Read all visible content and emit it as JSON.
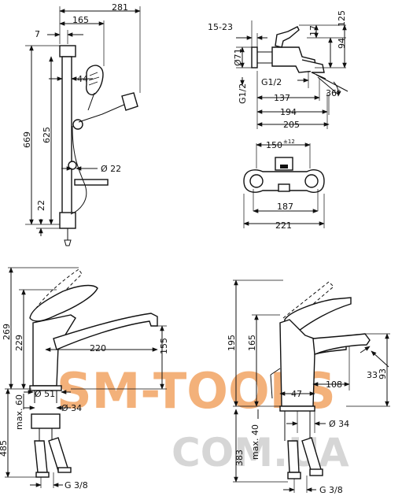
{
  "drawing": {
    "shower_set": {
      "width_total": "281",
      "width_rail": "165",
      "offset_7": "7",
      "offset_44": "44",
      "height_total": "669",
      "height_625": "625",
      "height_22": "22",
      "diameter_22": "Ø 22"
    },
    "bath_mixer_side": {
      "d_15_23": "15-23",
      "d_17": "17",
      "d_94": "94",
      "d_125": "125",
      "d_71": "Ø71",
      "d_g12_left": "G1/2",
      "d_g12": "G1/2",
      "d_137": "137",
      "d_194": "194",
      "d_205": "205",
      "angle": "36°"
    },
    "bath_mixer_front": {
      "d_150": "150",
      "d_150_tol": "±12",
      "d_187": "187",
      "d_221": "221"
    },
    "kitchen_mixer": {
      "d_269": "269",
      "d_229": "229",
      "d_220": "220",
      "d_155": "155",
      "d_51": "Ø 51",
      "d_34": "Ø 34",
      "d_max60": "max. 60",
      "d_485": "485",
      "d_g38": "G 3/8"
    },
    "basin_mixer": {
      "d_195": "195",
      "d_165": "165",
      "d_108": "108",
      "d_33": "33",
      "d_93": "93",
      "d_47": "47",
      "d_34": "Ø 34",
      "d_max40": "max. 40",
      "d_383": "383",
      "d_g38": "G 3/8"
    }
  },
  "watermark": {
    "line1": "SM-TOOLS",
    "line2": "COM.UA",
    "color_orange": "#f2a463",
    "color_gray": "#d0d0d0"
  }
}
